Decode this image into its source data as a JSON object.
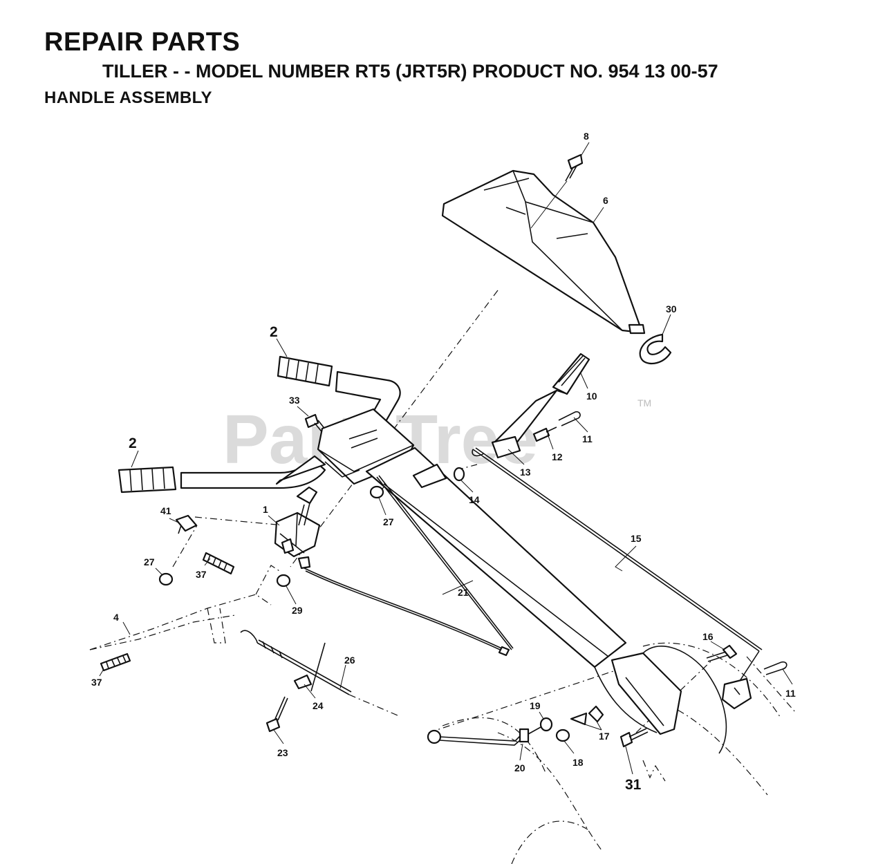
{
  "header": {
    "title": "REPAIR PARTS",
    "subtitle": "TILLER - - MODEL NUMBER RT5 (JRT5R) PRODUCT NO. 954 13 00-57",
    "section": "HANDLE ASSEMBLY"
  },
  "watermark": {
    "text": "PartsTree",
    "trademark": "TM"
  },
  "callouts": [
    {
      "id": "c8",
      "label": "8"
    },
    {
      "id": "c6",
      "label": "6"
    },
    {
      "id": "c30",
      "label": "30"
    },
    {
      "id": "c2a",
      "label": "2"
    },
    {
      "id": "c2b",
      "label": "2"
    },
    {
      "id": "c33",
      "label": "33"
    },
    {
      "id": "c10",
      "label": "10"
    },
    {
      "id": "c11a",
      "label": "11"
    },
    {
      "id": "c12",
      "label": "12"
    },
    {
      "id": "c13",
      "label": "13"
    },
    {
      "id": "c14",
      "label": "14"
    },
    {
      "id": "c1",
      "label": "1"
    },
    {
      "id": "c41",
      "label": "41"
    },
    {
      "id": "c27a",
      "label": "27"
    },
    {
      "id": "c27b",
      "label": "27"
    },
    {
      "id": "c37a",
      "label": "37"
    },
    {
      "id": "c29",
      "label": "29"
    },
    {
      "id": "c15",
      "label": "15"
    },
    {
      "id": "c21",
      "label": "21"
    },
    {
      "id": "c4",
      "label": "4"
    },
    {
      "id": "c37b",
      "label": "37"
    },
    {
      "id": "c26",
      "label": "26"
    },
    {
      "id": "c24",
      "label": "24"
    },
    {
      "id": "c23",
      "label": "23"
    },
    {
      "id": "c16",
      "label": "16"
    },
    {
      "id": "c11b",
      "label": "11"
    },
    {
      "id": "c19",
      "label": "19"
    },
    {
      "id": "c17",
      "label": "17"
    },
    {
      "id": "c18",
      "label": "18"
    },
    {
      "id": "c20",
      "label": "20"
    },
    {
      "id": "c31",
      "label": "31"
    }
  ],
  "colors": {
    "ink": "#111111",
    "watermark": "#cfcfcf",
    "background": "#ffffff"
  }
}
